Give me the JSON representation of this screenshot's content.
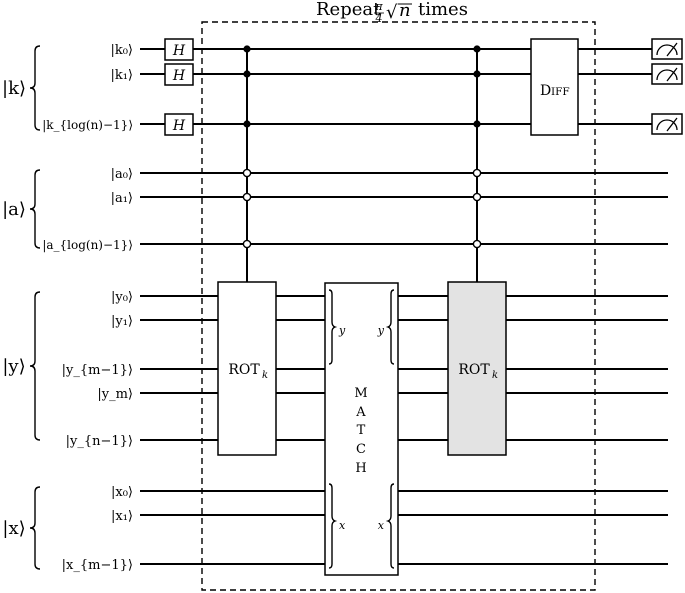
{
  "title": {
    "prefix": "Repeat",
    "frac_num": "π",
    "frac_den": "4",
    "root": "√",
    "n": "n",
    "suffix": "times"
  },
  "registers": {
    "k": {
      "label": "|k⟩",
      "wires": [
        "|k₀⟩",
        "|k₁⟩",
        "|k_{log(n)−1}⟩"
      ]
    },
    "a": {
      "label": "|a⟩",
      "wires": [
        "|a₀⟩",
        "|a₁⟩",
        "|a_{log(n)−1}⟩"
      ]
    },
    "y": {
      "label": "|y⟩",
      "wires": [
        "|y₀⟩",
        "|y₁⟩",
        "|y_{m−1}⟩",
        "|y_m⟩",
        "|y_{n−1}⟩"
      ]
    },
    "x": {
      "label": "|x⟩",
      "wires": [
        "|x₀⟩",
        "|x₁⟩",
        "|x_{m−1}⟩"
      ]
    }
  },
  "gates": {
    "hadamard": "H",
    "rot_main": "ROT",
    "rot_sub": "k",
    "match_letters": [
      "M",
      "A",
      "T",
      "C",
      "H"
    ],
    "match_y": "y",
    "match_x": "x",
    "diff_big": "D",
    "diff_small": "IFF"
  },
  "colors": {
    "rot_inverse_fill": "#e3e3e3"
  }
}
